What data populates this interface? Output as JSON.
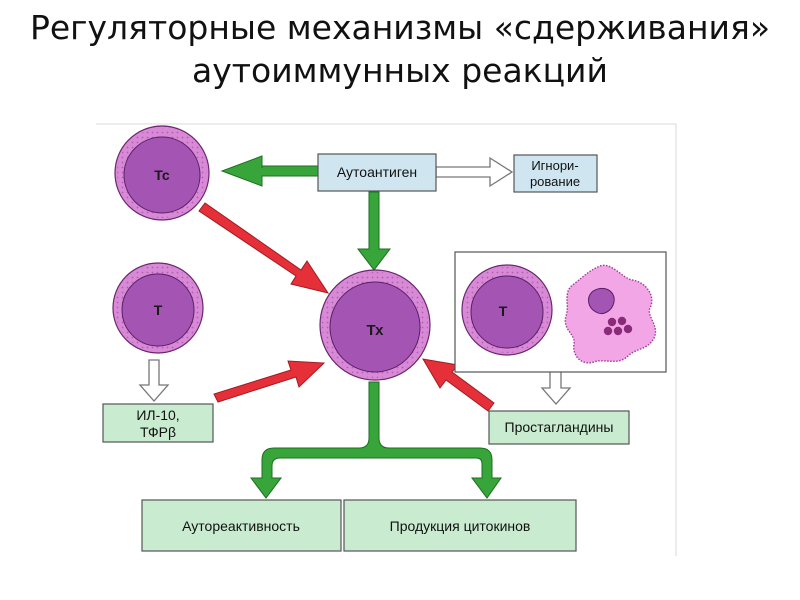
{
  "title": {
    "line1": "Регуляторные механизмы «сдерживания»",
    "line2": "аутоиммунных реакций"
  },
  "cells": {
    "tc": "Тс",
    "t_left": "Т",
    "th": "Тх",
    "t_right": "Т"
  },
  "boxes": {
    "autoantigen": "Аутоантиген",
    "ignoring_line1": "Игнори-",
    "ignoring_line2": "рование",
    "il10_line1": "ИЛ-10,",
    "il10_line2": "ТФРβ",
    "prostaglandins": "Простагландины",
    "autoreactivity": "Аутореактивность",
    "cytokines": "Продукция цитокинов"
  },
  "colors": {
    "cell_outer": "#d98ad6",
    "cell_inner": "#a455b4",
    "box_fill": "#c9ecd0",
    "box_blue": "#cfe6f1",
    "green_arrow": "#38a53a",
    "red_arrow": "#e5303a",
    "macrophage": "#f3a6e6"
  }
}
